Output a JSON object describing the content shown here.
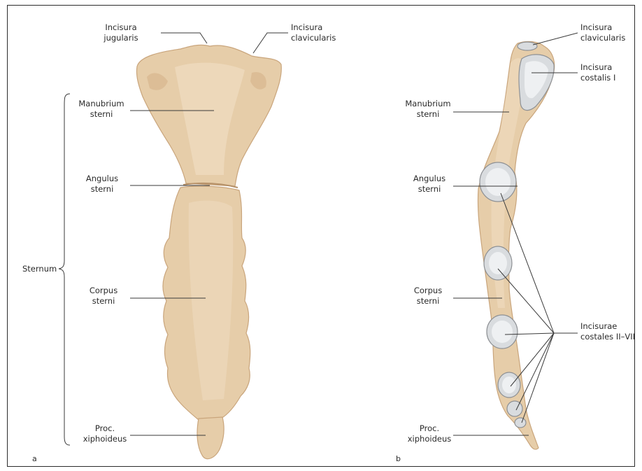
{
  "labels": {
    "incisura_jugularis": [
      "Incisura",
      "jugularis"
    ],
    "incisura_clavicularis_a": [
      "Incisura",
      "clavicularis"
    ],
    "manubrium_a": [
      "Manubrium",
      "sterni"
    ],
    "angulus_a": [
      "Angulus",
      "sterni"
    ],
    "sternum": "Sternum",
    "corpus_a": [
      "Corpus",
      "sterni"
    ],
    "xiphoid_a": [
      "Proc.",
      "xiphoideus"
    ],
    "incisura_clavicularis_b": [
      "Incisura",
      "clavicularis"
    ],
    "incisura_costalis_i": [
      "Incisura",
      "costalis I"
    ],
    "manubrium_b": [
      "Manubrium",
      "sterni"
    ],
    "angulus_b": [
      "Angulus",
      "sterni"
    ],
    "corpus_b": [
      "Corpus",
      "sterni"
    ],
    "incisurae_costales": [
      "Incisurae",
      "costales II–VII"
    ],
    "xiphoid_b": [
      "Proc.",
      "xiphoideus"
    ]
  },
  "panels": {
    "a": "a",
    "b": "b"
  },
  "colors": {
    "bone": "#e6cda9",
    "facet": "#d9dcdf",
    "border": "#2b2b2b"
  }
}
